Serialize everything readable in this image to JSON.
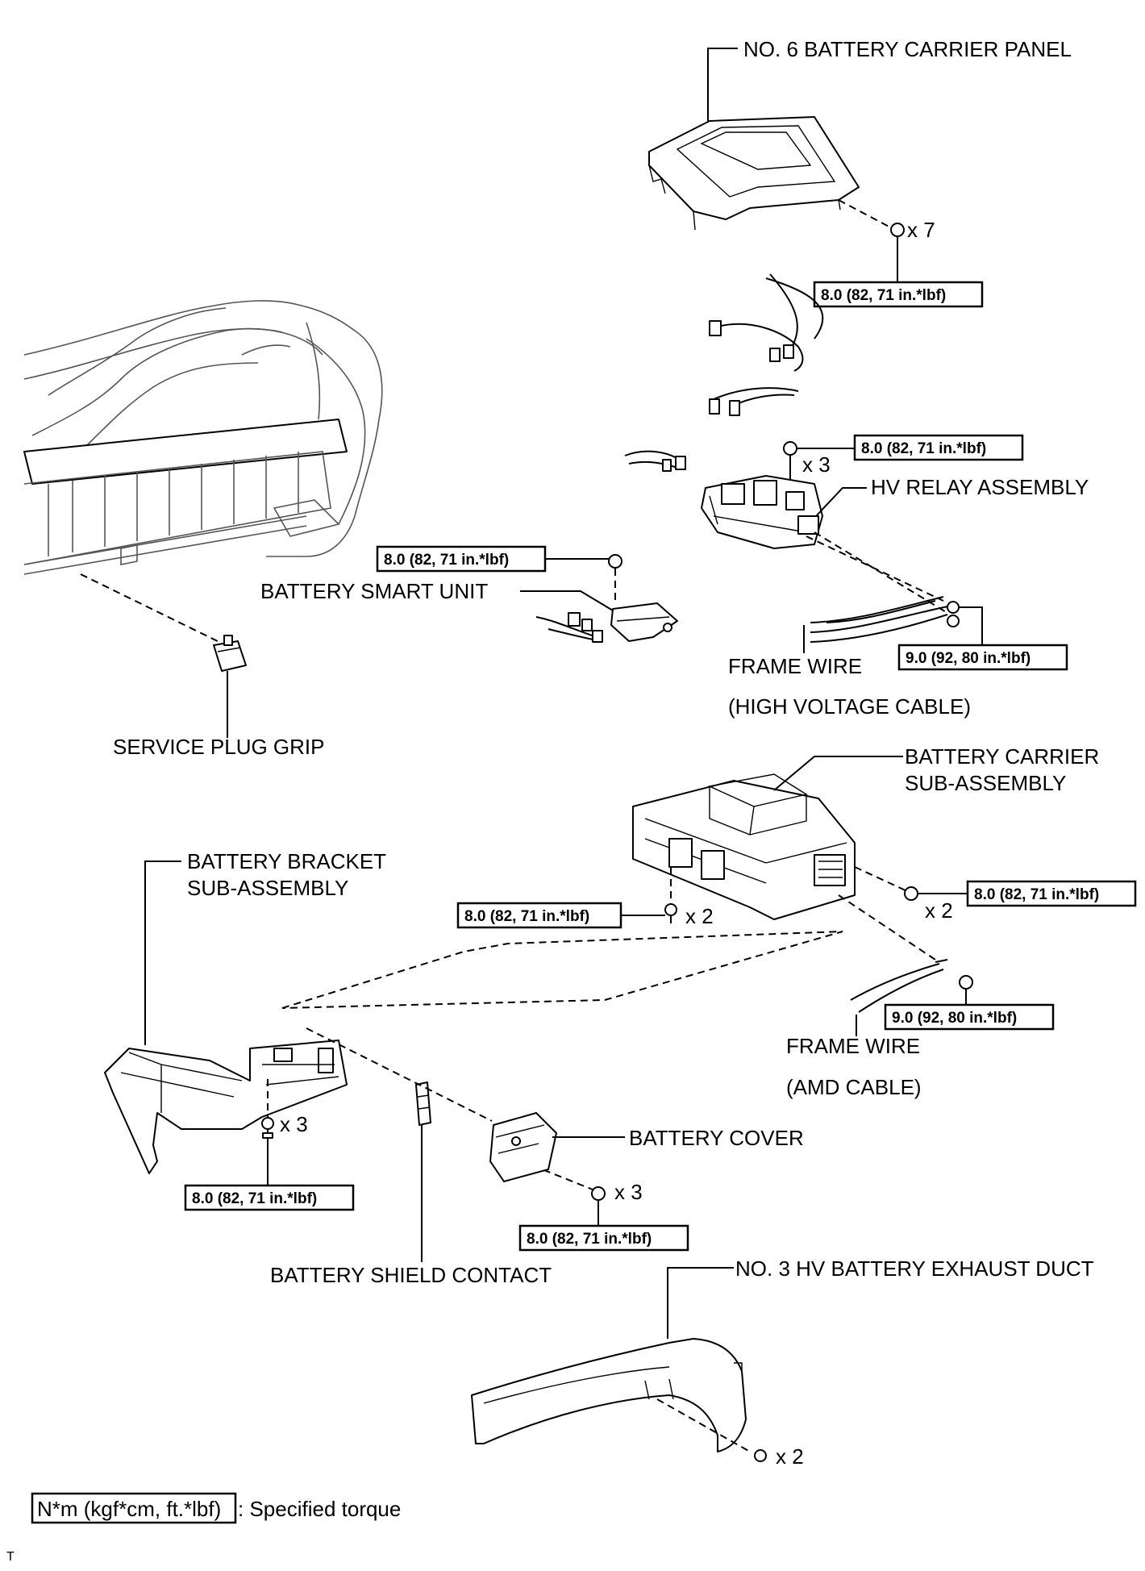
{
  "labels": {
    "no6_panel": "NO. 6 BATTERY CARRIER PANEL",
    "hv_relay": "HV RELAY ASSEMBLY",
    "battery_smart_unit": "BATTERY SMART UNIT",
    "frame_wire_1": "FRAME WIRE",
    "high_voltage_cable": "(HIGH VOLTAGE CABLE)",
    "service_plug_grip": "SERVICE PLUG GRIP",
    "carrier_sub_1": "BATTERY CARRIER",
    "carrier_sub_2": "SUB-ASSEMBLY",
    "bracket_sub_1": "BATTERY BRACKET",
    "bracket_sub_2": "SUB-ASSEMBLY",
    "frame_wire_2": "FRAME WIRE",
    "amd_cable": "(AMD CABLE)",
    "battery_cover": "BATTERY COVER",
    "shield_contact": "BATTERY SHIELD CONTACT",
    "exhaust_duct": "NO. 3 HV BATTERY EXHAUST DUCT"
  },
  "torques": {
    "t1": "8.0 (82, 71 in.*lbf)",
    "t2": "8.0 (82, 71 in.*lbf)",
    "t3": "8.0 (82, 71 in.*lbf)",
    "t4": "9.0 (92, 80 in.*lbf)",
    "t5": "8.0 (82, 71 in.*lbf)",
    "t6": "8.0 (82, 71 in.*lbf)",
    "t7": "9.0 (92, 80 in.*lbf)",
    "t8": "8.0 (82, 71 in.*lbf)",
    "t9": "8.0 (82, 71 in.*lbf)"
  },
  "counts": {
    "c1": "x 7",
    "c2": "x 3",
    "c3": "x 2",
    "c4": "x 2",
    "c5": "x 3",
    "c6": "x 3",
    "c7": "x 2"
  },
  "legend": {
    "box_text": "N*m (kgf*cm, ft.*lbf)",
    "desc": ": Specified torque"
  },
  "corner_mark": "T"
}
